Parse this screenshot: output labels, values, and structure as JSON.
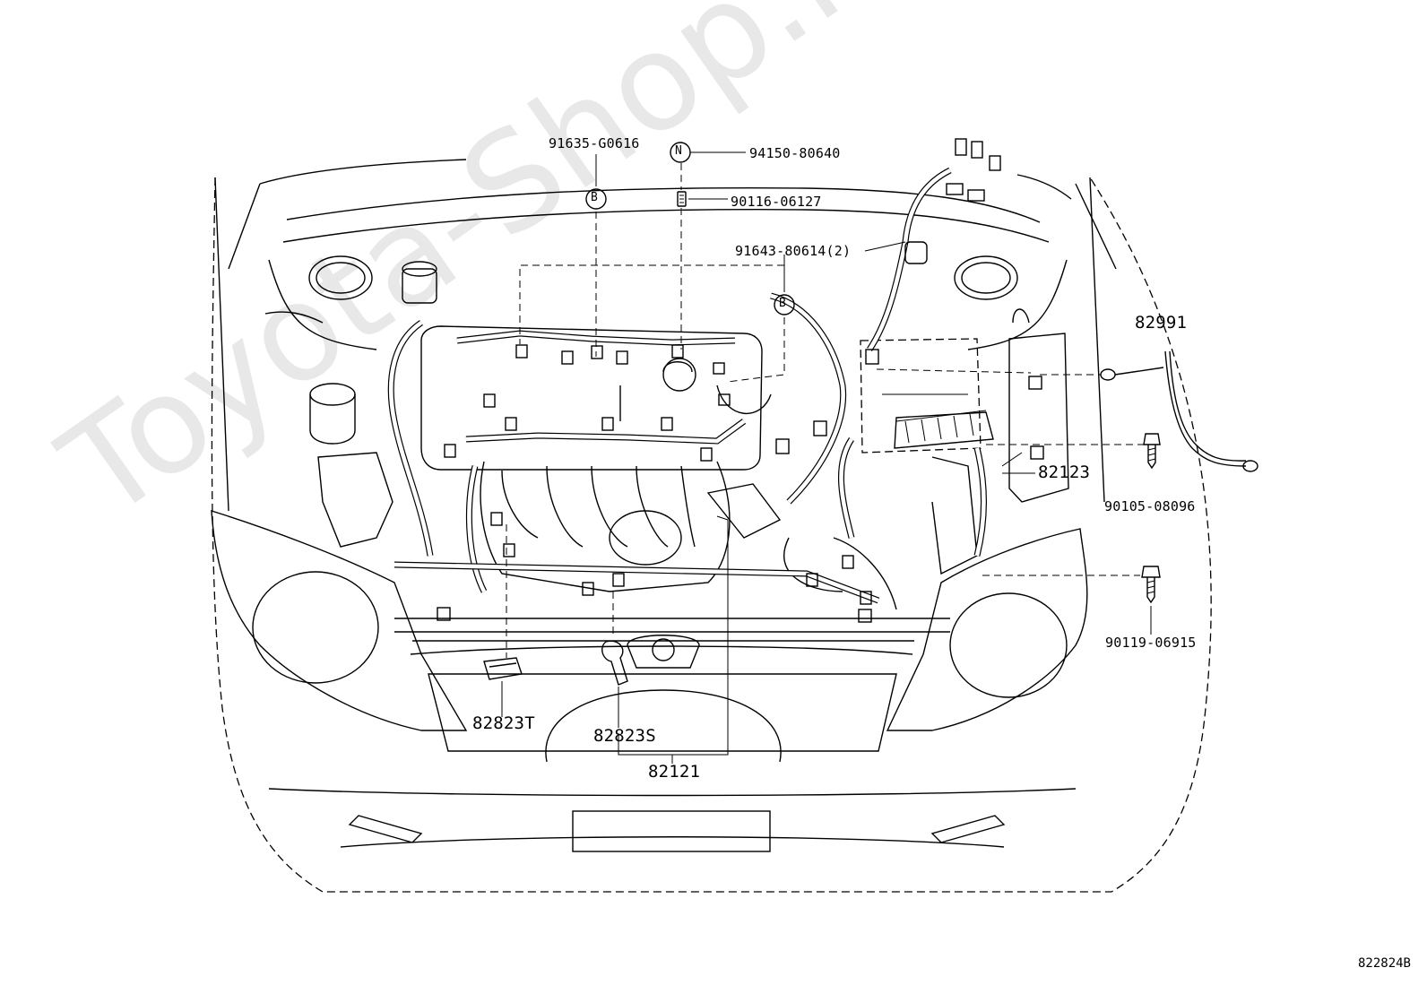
{
  "watermark": "Toyota-Shop.ru",
  "figure_id": "822824B",
  "markers": {
    "b": "B",
    "n": "N"
  },
  "parts": {
    "p91635": "91635-G0616",
    "p94150": "94150-80640",
    "p90116": "90116-06127",
    "p91643": "91643-80614(2)",
    "p82991": "82991",
    "p82123": "82123",
    "p90105": "90105-08096",
    "p90119": "90119-06915",
    "p82823T": "82823T",
    "p82823S": "82823S",
    "p82121": "82121"
  }
}
